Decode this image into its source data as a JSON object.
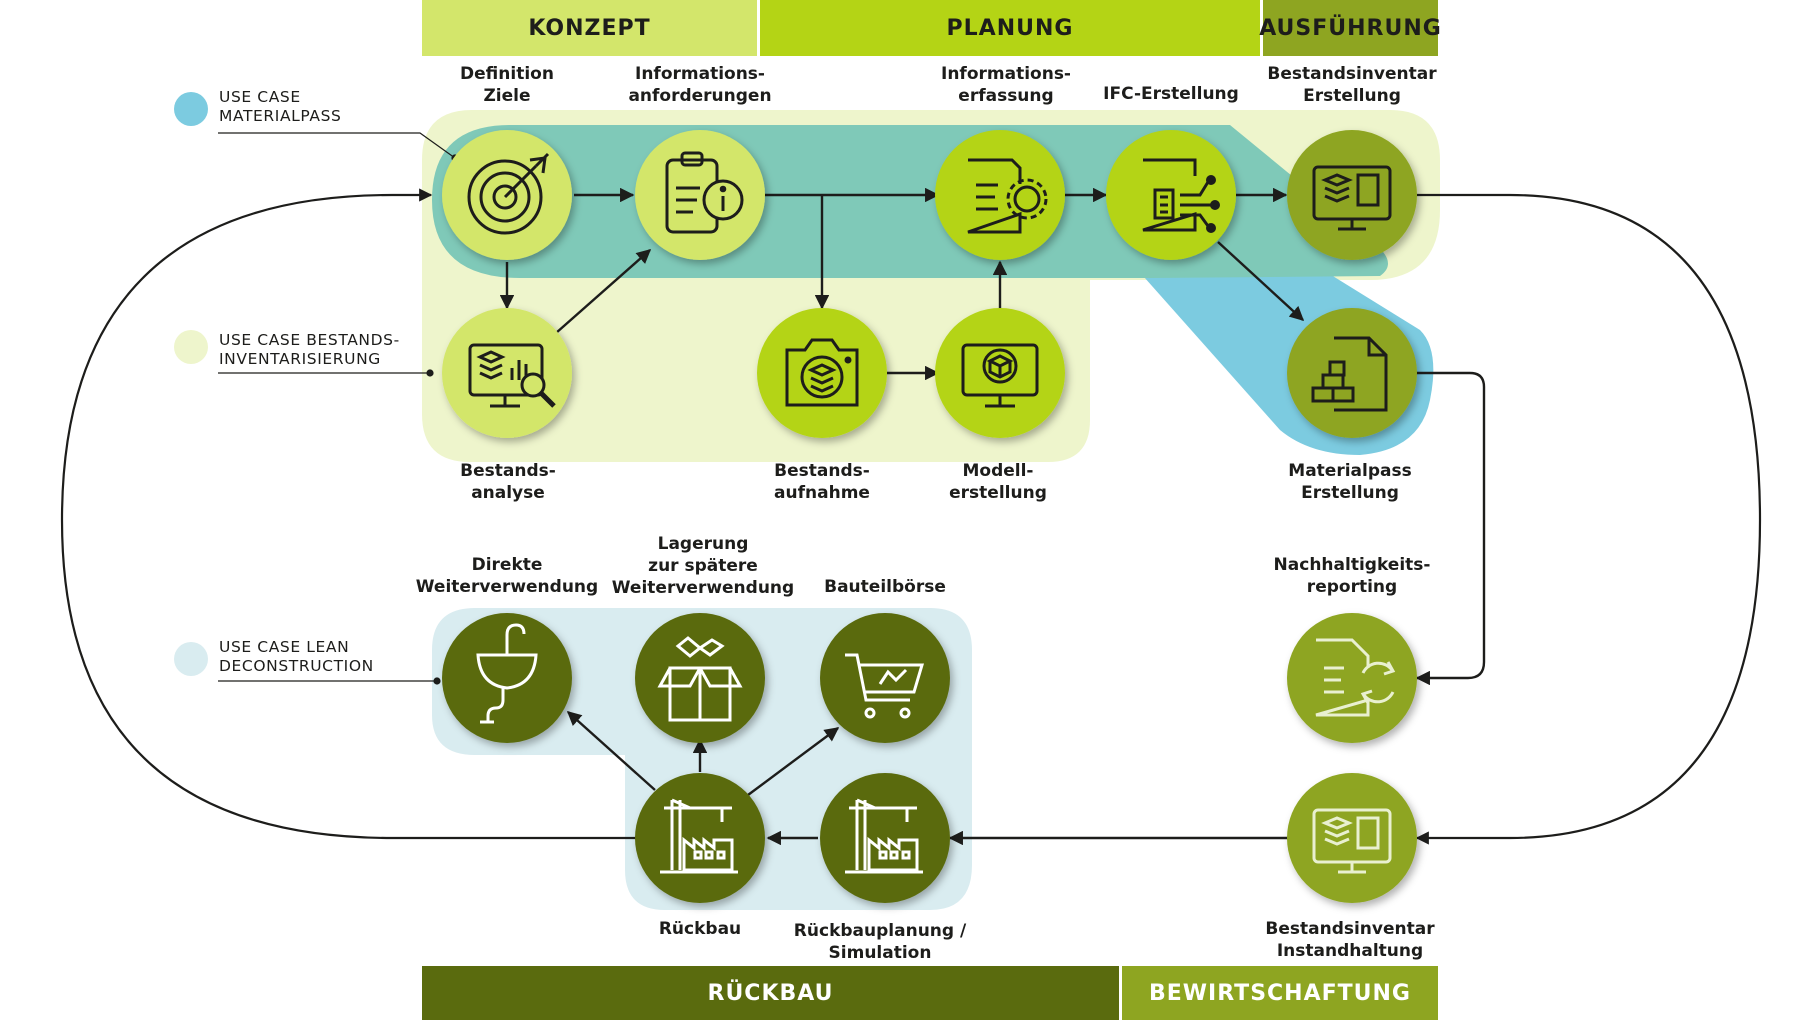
{
  "colors": {
    "lime": "#b4d415",
    "lime_light": "#d3e66b",
    "pale_yellow": "#eef5cc",
    "teal": "#7fc9b8",
    "blue": "#7ccbe0",
    "pale_blue": "#d9ecf0",
    "olive_mid": "#8ea521",
    "olive_dark": "#5a6b0e",
    "stroke_dark": "#1d1d1b"
  },
  "phases": {
    "konzept": "KONZEPT",
    "planung": "PLANUNG",
    "ausfuehrung": "AUSFÜHRUNG",
    "rueckbau": "RÜCKBAU",
    "bewirtschaftung": "BEWIRTSCHAFTUNG"
  },
  "legend": [
    {
      "line1": "USE CASE",
      "line2": "MATERIALPASS",
      "color": "#7ccbe0"
    },
    {
      "line1": "USE CASE BESTANDS-",
      "line2": "INVENTARISIERUNG",
      "color": "#eef5cc"
    },
    {
      "line1": "USE CASE LEAN",
      "line2": "DECONSTRUCTION",
      "color": "#d9ecf0"
    }
  ],
  "nodes": {
    "definition": {
      "line1": "Definition",
      "line2": "Ziele",
      "icon": "target-icon"
    },
    "info_anf": {
      "line1": "Informations-",
      "line2": "anforderungen",
      "icon": "clipboard-info-icon"
    },
    "info_erf": {
      "line1": "Informations-",
      "line2": "erfassung",
      "icon": "document-gear-icon"
    },
    "ifc": {
      "line1": "IFC-Erstellung",
      "line2": "",
      "icon": "ifc-export-icon"
    },
    "bi_erstellung": {
      "line1": "Bestandsinventar",
      "line2": "Erstellung",
      "icon": "monitor-layers-icon"
    },
    "bestandsanalyse": {
      "line1": "Bestands-",
      "line2": "analyse",
      "icon": "monitor-magnifier-icon"
    },
    "bestandsaufnahme": {
      "line1": "Bestands-",
      "line2": "aufnahme",
      "icon": "camera-icon"
    },
    "modellerstellung": {
      "line1": "Modell-",
      "line2": "erstellung",
      "icon": "monitor-cube-icon"
    },
    "materialpass": {
      "line1": "Materialpass",
      "line2": "Erstellung",
      "icon": "document-bricks-icon"
    },
    "nachhaltigkeit": {
      "line1": "Nachhaltigkeits-",
      "line2": "reporting",
      "icon": "document-refresh-icon"
    },
    "bi_instand": {
      "line1": "Bestandsinventar",
      "line2": "Instandhaltung",
      "icon": "monitor-layers-icon"
    },
    "direkte": {
      "line1": "Direkte",
      "line2": "Weiterverwendung",
      "icon": "sink-icon"
    },
    "lagerung": {
      "line1": "Lagerung",
      "line2": "zur spätere",
      "line3": "Weiterverwendung",
      "icon": "box-icon"
    },
    "bauteilboerse": {
      "line1": "Bauteilbörse",
      "line2": "",
      "icon": "cart-icon"
    },
    "rueckbau": {
      "line1": "Rückbau",
      "line2": "",
      "icon": "crane-building-icon"
    },
    "rueckbauplanung": {
      "line1": "Rückbauplanung /",
      "line2": "Simulation",
      "icon": "crane-building-icon"
    }
  }
}
